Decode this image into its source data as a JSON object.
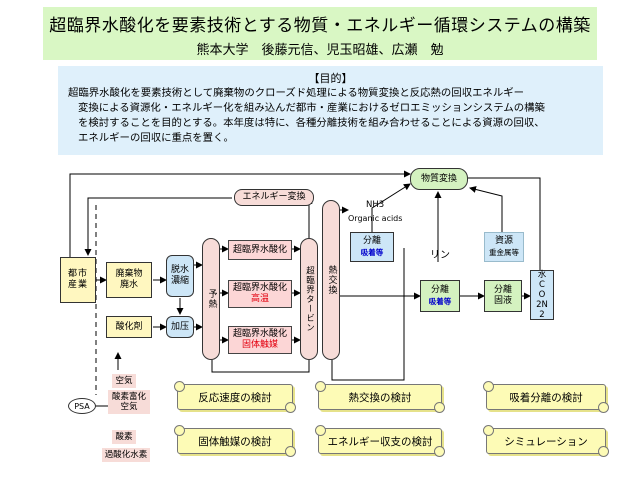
{
  "header": {
    "title": "超臨界水酸化を要素技術とする物質・エネルギー循環システムの構築",
    "authors": "熊本大学　後藤元信、児玉昭雄、広瀬　勉"
  },
  "purpose": {
    "heading": "【目的】",
    "lines": [
      "超臨界水酸化を要素技術として廃棄物のクローズド処理による物質変換と反応熱の回収エネルギー",
      "変換による資源化・エネルギー化を組み込んだ都市・産業におけるゼロエミッションシステムの構築",
      "を検討することを目的とする。本年度は特に、各種分離技術を組み合わせることによる資源の回収、",
      "エネルギーの回収に重点を置く。"
    ]
  },
  "diagram": {
    "material_conversion": "物質変換",
    "energy_conversion": "エネルギー変換",
    "city_industry": "都市産業",
    "waste": "廃棄物廃水",
    "dewater": "脱水濃縮",
    "pressurize": "加压",
    "oxidizer": "酸化剤",
    "preheat": "予熱",
    "scwo": "超臨界水酸化",
    "scwo_high": {
      "label": "超臨界水酸化",
      "sub": "高温"
    },
    "scwo_catalyst": {
      "label": "超臨界水酸化",
      "sub": "固体触媒"
    },
    "turbine": "超臨界タービン",
    "heat_exchange": "熱交換",
    "nh3": "NH3",
    "organic_acids": "Organic acids",
    "sep1": {
      "label": "分離",
      "sub": "吸着等"
    },
    "phosphorus": "リン",
    "sep2": {
      "label": "分離",
      "sub": "吸着等"
    },
    "resource": {
      "label": "資源",
      "sub": "重金属等"
    },
    "sep3": {
      "label": "分離",
      "sub": "固液"
    },
    "water_co2_n2": "水CO2N2",
    "psa": "PSA",
    "air": "空気",
    "oxygen_enriched_air": "酸素富化空気",
    "oxygen": "酸素",
    "hydrogen_peroxide": "過酸化水素"
  },
  "tasks": [
    "反応速度の検討",
    "熱交換の検討",
    "吸着分離の検討",
    "固体触媒の検討",
    "エネルギー収支の検討",
    "シミュレーション"
  ]
}
